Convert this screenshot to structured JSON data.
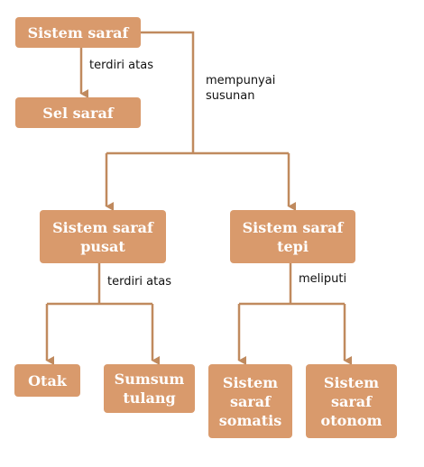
{
  "colors": {
    "node_fill": "#d99a6c",
    "connector": "#c08a5e",
    "node_text": "#ffffff",
    "label_text": "#111111"
  },
  "nodes": {
    "sistem_saraf": "Sistem saraf",
    "sel_saraf": "Sel saraf",
    "sistem_saraf_pusat": "Sistem saraf\npusat",
    "sistem_saraf_tepi": "Sistem saraf\ntepi",
    "otak": "Otak",
    "sumsum_tulang": "Sumsum\ntulang",
    "sistem_saraf_somatis": "Sistem\nsaraf\nsomatis",
    "sistem_saraf_otonom": "Sistem\nsaraf\notonom"
  },
  "edge_labels": {
    "terdiri_atas_1": "terdiri atas",
    "mempunyai_susunan": "mempunyai\nsusunan",
    "terdiri_atas_2": "terdiri atas",
    "meliputi": "meliputi"
  }
}
